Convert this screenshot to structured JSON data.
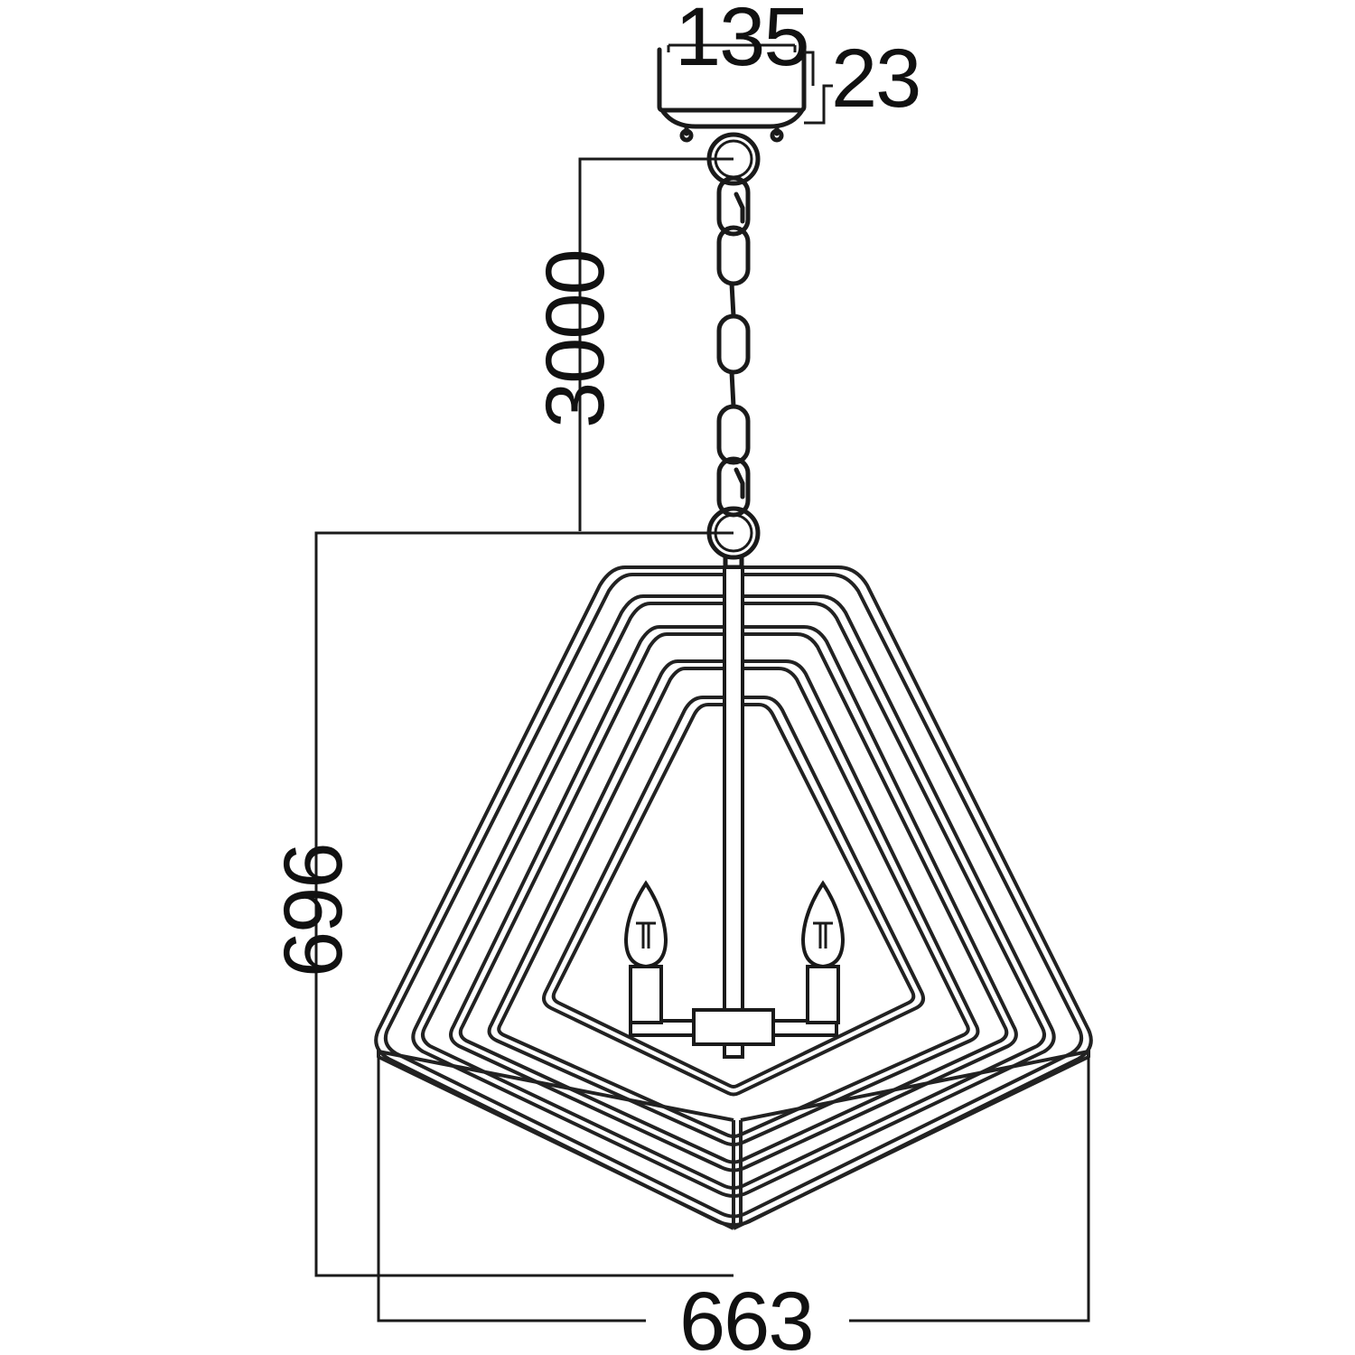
{
  "dimensions": {
    "canopy_width": "135",
    "canopy_height": "23",
    "chain_length": "3000",
    "body_height": "696",
    "body_width": "663"
  },
  "colors": {
    "line": "#1a1a1a",
    "background": "#ffffff"
  }
}
